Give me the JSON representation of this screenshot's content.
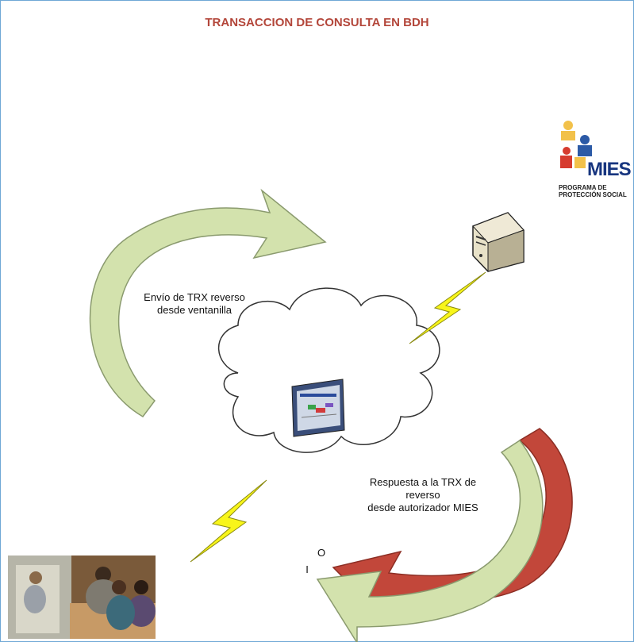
{
  "title": "TRANSACCION DE CONSULTA EN BDH",
  "labels": {
    "left_arrow": [
      "Envío de TRX reverso",
      "desde ventanilla"
    ],
    "right_arrow": [
      "Respuesta a la TRX de",
      "reverso",
      "desde autorizador MIES"
    ],
    "o": "O",
    "i": "I"
  },
  "logo": {
    "word": "MIES",
    "sub": [
      "PROGRAMA DE",
      "PROTECCIÓN SOCIAL"
    ]
  },
  "icons": [
    "server-icon",
    "cloud-icon",
    "monitor-icon",
    "lightning-icon",
    "curved-arrow-icon",
    "people-photo"
  ],
  "colors": {
    "title": "#b3463a",
    "arrow_green": "#d3e2ad",
    "arrow_red": "#c2473a",
    "lightning": "#f8f51a",
    "frame": "#6fa8d6"
  }
}
